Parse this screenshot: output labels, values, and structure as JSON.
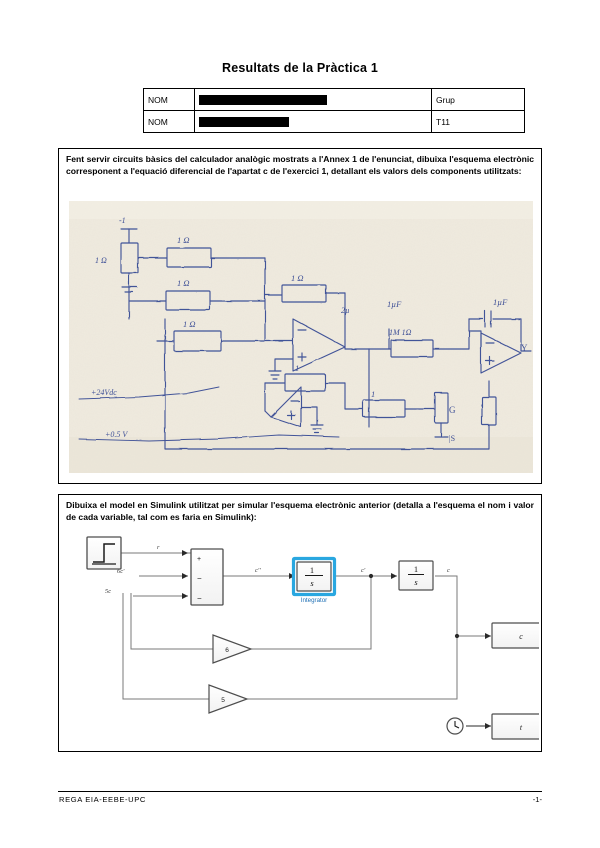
{
  "document": {
    "title": "Resultats de la Pràctica 1",
    "page_number": "-1-",
    "footer_text": "REGA EIA-EEBE-UPC"
  },
  "header_table": {
    "rows": [
      {
        "label": "NOM",
        "value": "",
        "redacted": true,
        "side_label": "Grup"
      },
      {
        "label": "NOM",
        "value": "",
        "redacted": true,
        "side_label": "T11"
      }
    ],
    "side_header": "Grup",
    "side_value": "T11"
  },
  "sections": [
    {
      "id": "section-1",
      "prompt": "Fent servir circuits bàsics del calculador analògic mostrats a l'Annex 1 de l'enunciat, dibuixa l'esquema electrònic corresponent a l'equació diferencial de l'apartat c de l'exercici 1, detallant els valors dels components utilitzats:",
      "answer_type": "hand-drawn-circuit-scan",
      "scan": {
        "ink_color": "#2b3f8f",
        "paper_color": "#efeade",
        "labels": [
          "1 kΩ",
          "1 Ω",
          "1 Ω",
          "1 Ω",
          "1 Ω",
          "1 MΩ",
          "1 µF",
          "1 µF",
          "1 M",
          "1",
          "1",
          "Y",
          "G",
          "+24 Vdc",
          "+0.5 V",
          "-1"
        ]
      }
    },
    {
      "id": "section-2",
      "prompt": "Dibuixa el model en Simulink utilitzat per simular l'esquema electrònic anterior (detalla a l'esquema el nom i valor de cada variable, tal com es faria en Simulink):",
      "answer_type": "simulink-model",
      "simulink": {
        "blocks": [
          {
            "name": "step-block",
            "type": "step",
            "label": ""
          },
          {
            "name": "sum-block",
            "type": "sum",
            "signs": [
              "+",
              "−",
              "−"
            ]
          },
          {
            "name": "integrator-1",
            "type": "integrator",
            "display": "1/s",
            "label": "Integrator"
          },
          {
            "name": "integrator-2",
            "type": "integrator",
            "display": "1/s",
            "label": ""
          },
          {
            "name": "gain-1",
            "type": "gain",
            "value": "6"
          },
          {
            "name": "gain-2",
            "type": "gain",
            "value": "5"
          },
          {
            "name": "to-workspace-c",
            "type": "to-workspace",
            "label": "c"
          },
          {
            "name": "clock-block",
            "type": "clock",
            "label": ""
          },
          {
            "name": "to-workspace-t",
            "type": "to-workspace",
            "label": "t"
          }
        ],
        "signal_labels": [
          "r",
          "6c'",
          "5c",
          "c''",
          "c'",
          "c"
        ],
        "selection_color": "#29a7e0",
        "label_color": "#2171b5"
      }
    }
  ]
}
